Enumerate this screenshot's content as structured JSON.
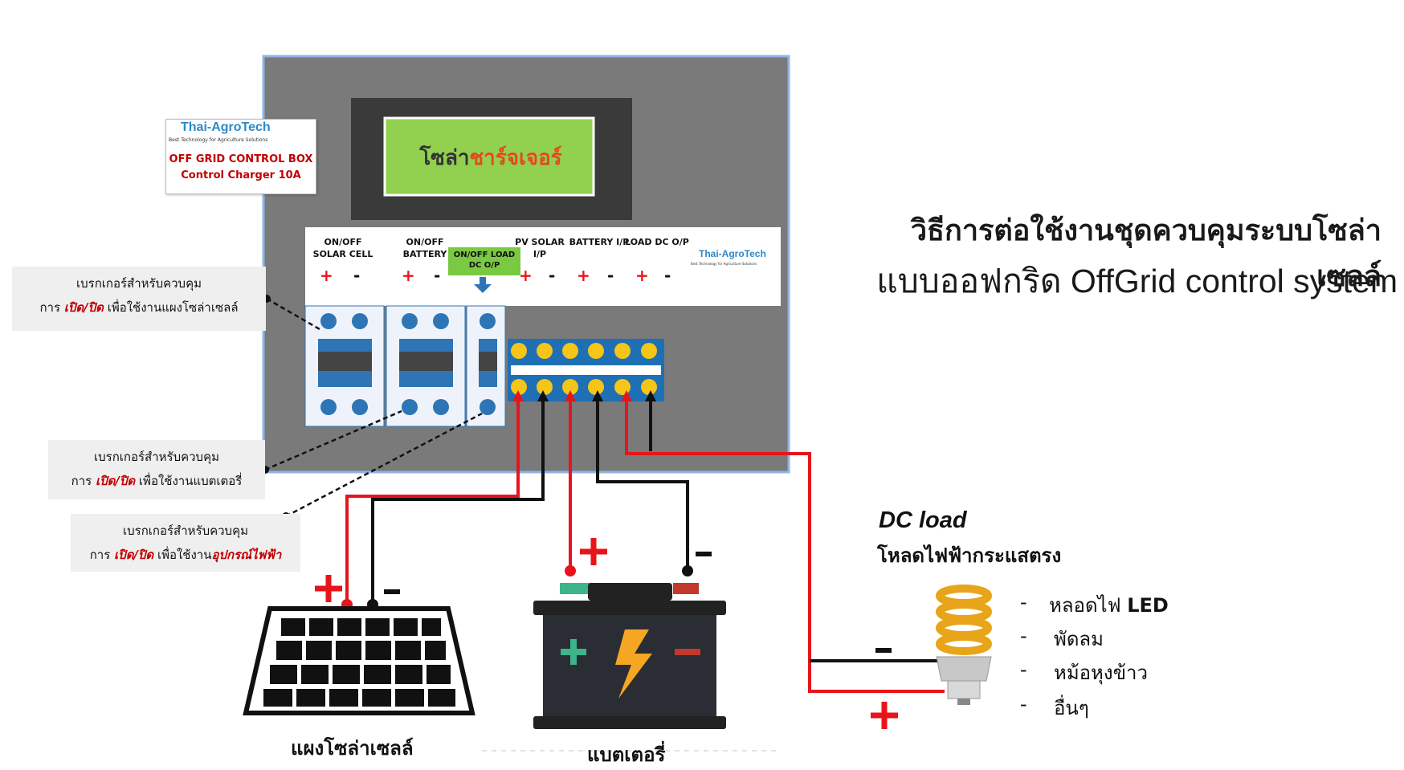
{
  "heading": {
    "line1": "วิธีการต่อใช้งานชุดควบคุมระบบโซล่าเซลล์",
    "line2": "แบบออฟกริด OffGrid  control system"
  },
  "logo": {
    "brand": "Thai-AgroTech",
    "tagline": "Best Technology for Agriculture Solutions",
    "title1": "OFF GRID CONTROL BOX",
    "title2": "Control Charger 10A"
  },
  "lcd": {
    "text_part1": "โซล่า",
    "text_part2": "ชาร์จเจอร์"
  },
  "terminal_labels": {
    "solar_cell": "ON/OFF SOLAR CELL",
    "battery": "ON/OFF BATTERY",
    "load": "ON/OFF LOAD DC O/P",
    "pv_solar": "PV SOLAR I/P",
    "battery_ip": "BATTERY I/P",
    "load_dc": "LOAD DC O/P",
    "plus": "+",
    "minus": "-"
  },
  "callouts": {
    "solar": {
      "line1": "เบรกเกอร์สำหรับควบคุม",
      "prefix": "การ ",
      "highlight": "เปิด/ปิด",
      "suffix": " เพื่อใช้งานแผงโซล่าเซลล์"
    },
    "battery": {
      "line1": "เบรกเกอร์สำหรับควบคุม",
      "prefix": "การ ",
      "highlight": "เปิด/ปิด",
      "suffix": " เพื่อใช้งานแบตเตอรี่"
    },
    "load": {
      "line1": "เบรกเกอร์สำหรับควบคุม",
      "prefix": "การ ",
      "highlight": "เปิด/ปิด",
      "suffix": " เพื่อใช้งาน",
      "suffix_highlight": "อุปกรณ์ไฟฟ้า"
    }
  },
  "dc_load": {
    "title": "DC load",
    "subtitle": "โหลดไฟฟ้ากระแสตรง",
    "items": [
      {
        "text": "หลอดไฟ ",
        "bold": "LED"
      },
      {
        "text": "พัดลม",
        "bold": ""
      },
      {
        "text": "หม้อหุงข้าว",
        "bold": ""
      },
      {
        "text": "อื่นๆ",
        "bold": ""
      }
    ],
    "dash": "-"
  },
  "captions": {
    "solar_panel": "แผงโซล่าเซลล์",
    "battery": "แบตเตอรี่"
  },
  "colors": {
    "box_gray": "#7a7a7a",
    "lcd_green": "#92d050",
    "wire_red": "#e8141b",
    "wire_black": "#111111",
    "terminal_blue": "#1f6fb5",
    "terminal_yellow": "#f5c518",
    "breaker_blue": "#2e75b6"
  }
}
